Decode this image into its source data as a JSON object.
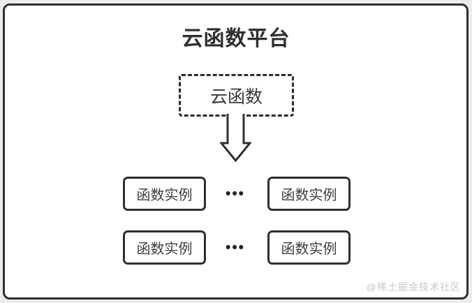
{
  "page": {
    "background_color": "#ececec",
    "canvas_color": "#ffffff",
    "line_color": "#2f2f2f"
  },
  "diagram": {
    "title": "云函数平台",
    "source_node": {
      "label": "云函数"
    },
    "arrow_icon": "down-arrow",
    "instance_rows": [
      {
        "left_label": "函数实例",
        "ellipsis": "•••",
        "right_label": "函数实例"
      },
      {
        "left_label": "函数实例",
        "ellipsis": "•••",
        "right_label": "函数实例"
      }
    ],
    "watermark": "@稀土掘金技术社区"
  }
}
